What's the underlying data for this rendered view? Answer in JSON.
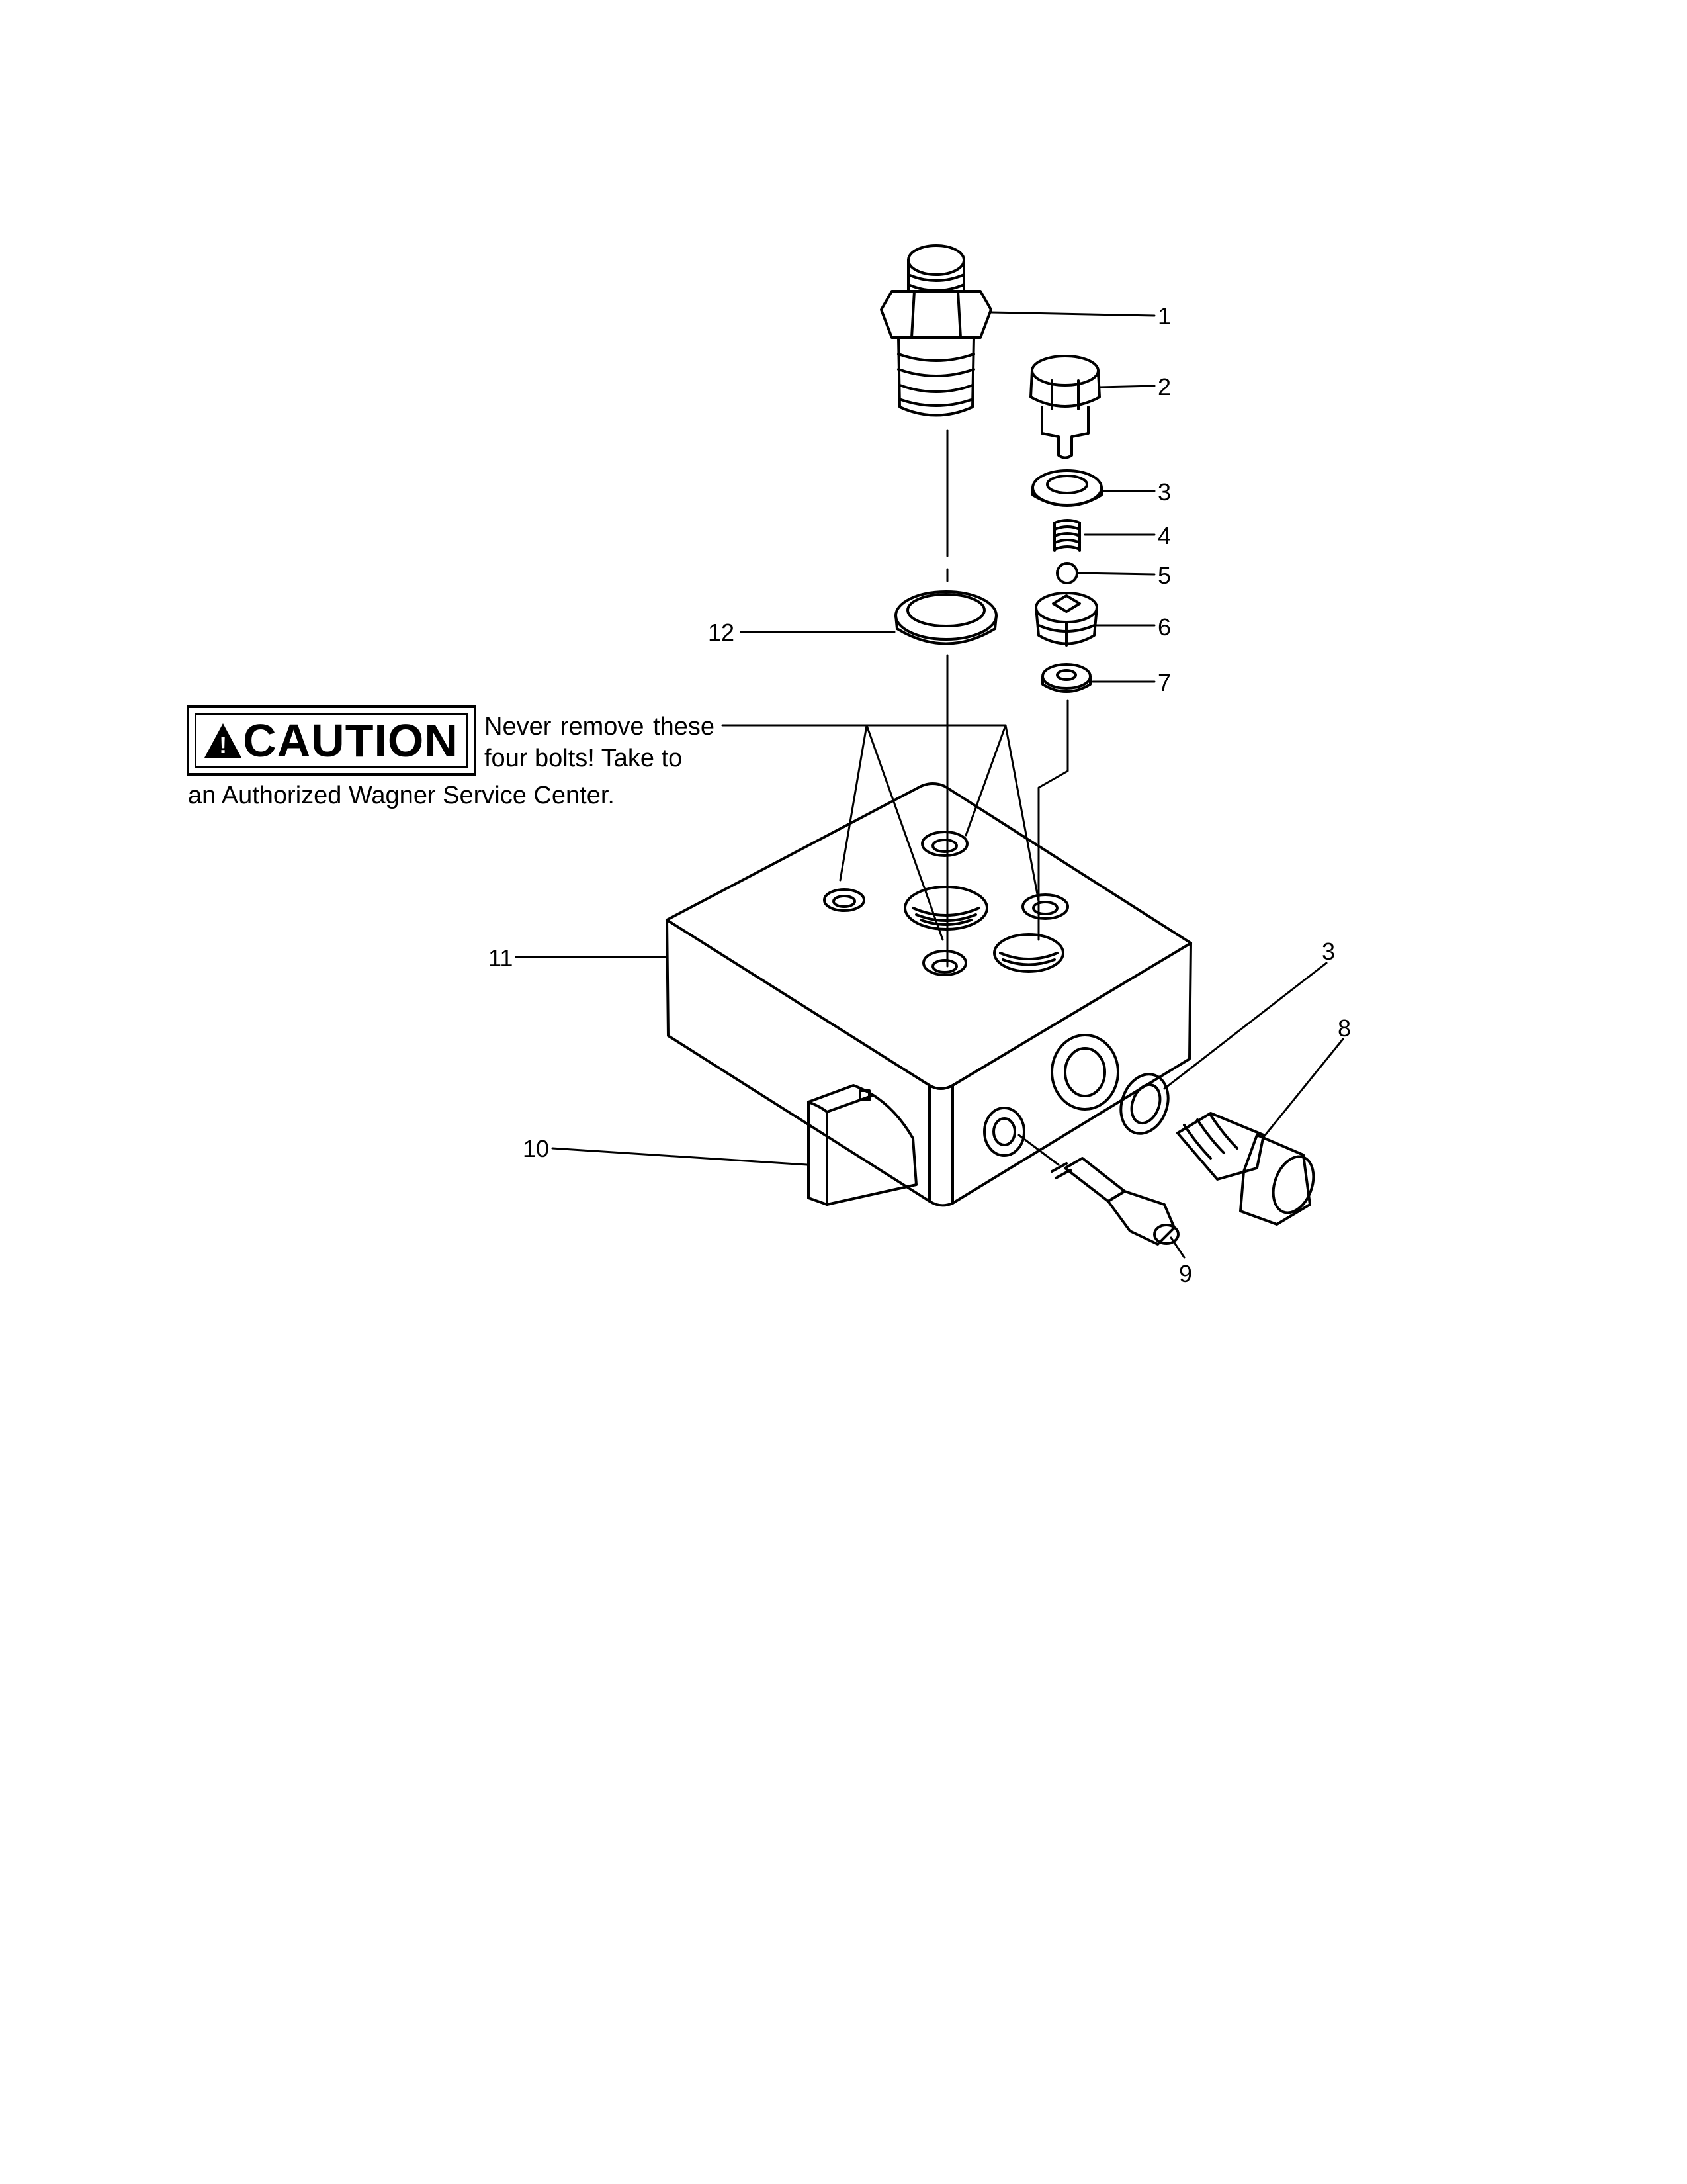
{
  "callouts": {
    "c1": "1",
    "c2": "2",
    "c3a": "3",
    "c4": "4",
    "c5": "5",
    "c6": "6",
    "c7": "7",
    "c12": "12",
    "c11": "11",
    "c3b": "3",
    "c8": "8",
    "c10": "10",
    "c9": "9"
  },
  "caution": {
    "symbol": "!",
    "label": "CAUTION",
    "text_line1": "Never remove these four bolts!  Take to",
    "text_line2": "an Authorized Wagner Service Center."
  }
}
